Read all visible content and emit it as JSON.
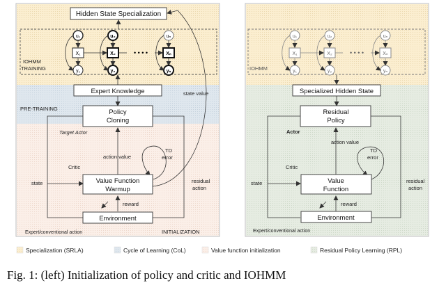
{
  "left": {
    "hidden_state_specialization": "Hidden State Specialization",
    "iohmm_label_1": "IOHMM",
    "iohmm_label_2": "TRAINING",
    "nodes": {
      "u1": "u₁",
      "u2": "u₂",
      "un": "uₙ",
      "x1": "X₁",
      "x2": "X₂",
      "xn": "Xₙ",
      "y1": "y₁",
      "y2": "y₂",
      "yn": "yₙ",
      "dots": "• • • •"
    },
    "expert_knowledge": "Expert Knowledge",
    "pre_training": "PRE-TRAINING",
    "state_value": "state value",
    "policy_cloning_1": "Policy",
    "policy_cloning_2": "Cloning",
    "target_actor": "Target Actor",
    "td_error_1": "TD",
    "td_error_2": "error",
    "action_value": "action value",
    "critic": "Critic",
    "state": "state",
    "value_warmup_1": "Value Function",
    "value_warmup_2": "Warmup",
    "residual_action_1": "residual",
    "residual_action_2": "action",
    "reward": "reward",
    "environment": "Environment",
    "expert_action": "Expert/conventional action",
    "initialization": "INITIALIZATION"
  },
  "right": {
    "iohmm_label": "IOHMM",
    "nodes": {
      "u1": "u₁",
      "u2": "u₂",
      "un": "uₙ",
      "x1": "X₁",
      "x2": "X₂",
      "xn": "Xₙ",
      "y1": "y₁",
      "y2": "y₂",
      "yn": "yₙ",
      "dots": "• • • •"
    },
    "specialized_hidden_state": "Specialized Hidden State",
    "residual_policy_1": "Residual",
    "residual_policy_2": "Policy",
    "actor": "Actor",
    "td_error_1": "TD",
    "td_error_2": "error",
    "action_value": "action value",
    "critic": "Critic",
    "state": "state",
    "value_function_1": "Value",
    "value_function_2": "Function",
    "residual_action_1": "residual",
    "residual_action_2": "action",
    "reward": "reward",
    "environment": "Environment",
    "expert_action": "Expert/conventional action"
  },
  "legend": {
    "item1": "Specialization (SRLA)",
    "item2": "Cycle of Learning (CoL)",
    "item3": "Value function initialization",
    "item4": "Residual Policy Learning (RPL)"
  },
  "colors": {
    "specialization": "#fbeed0",
    "col": "#dfe7ee",
    "init": "#fbeee6",
    "rpl": "#e7ede3",
    "box_border": "#444444"
  },
  "caption": "Fig. 1: (left) Initialization of policy and critic and IOHMM"
}
